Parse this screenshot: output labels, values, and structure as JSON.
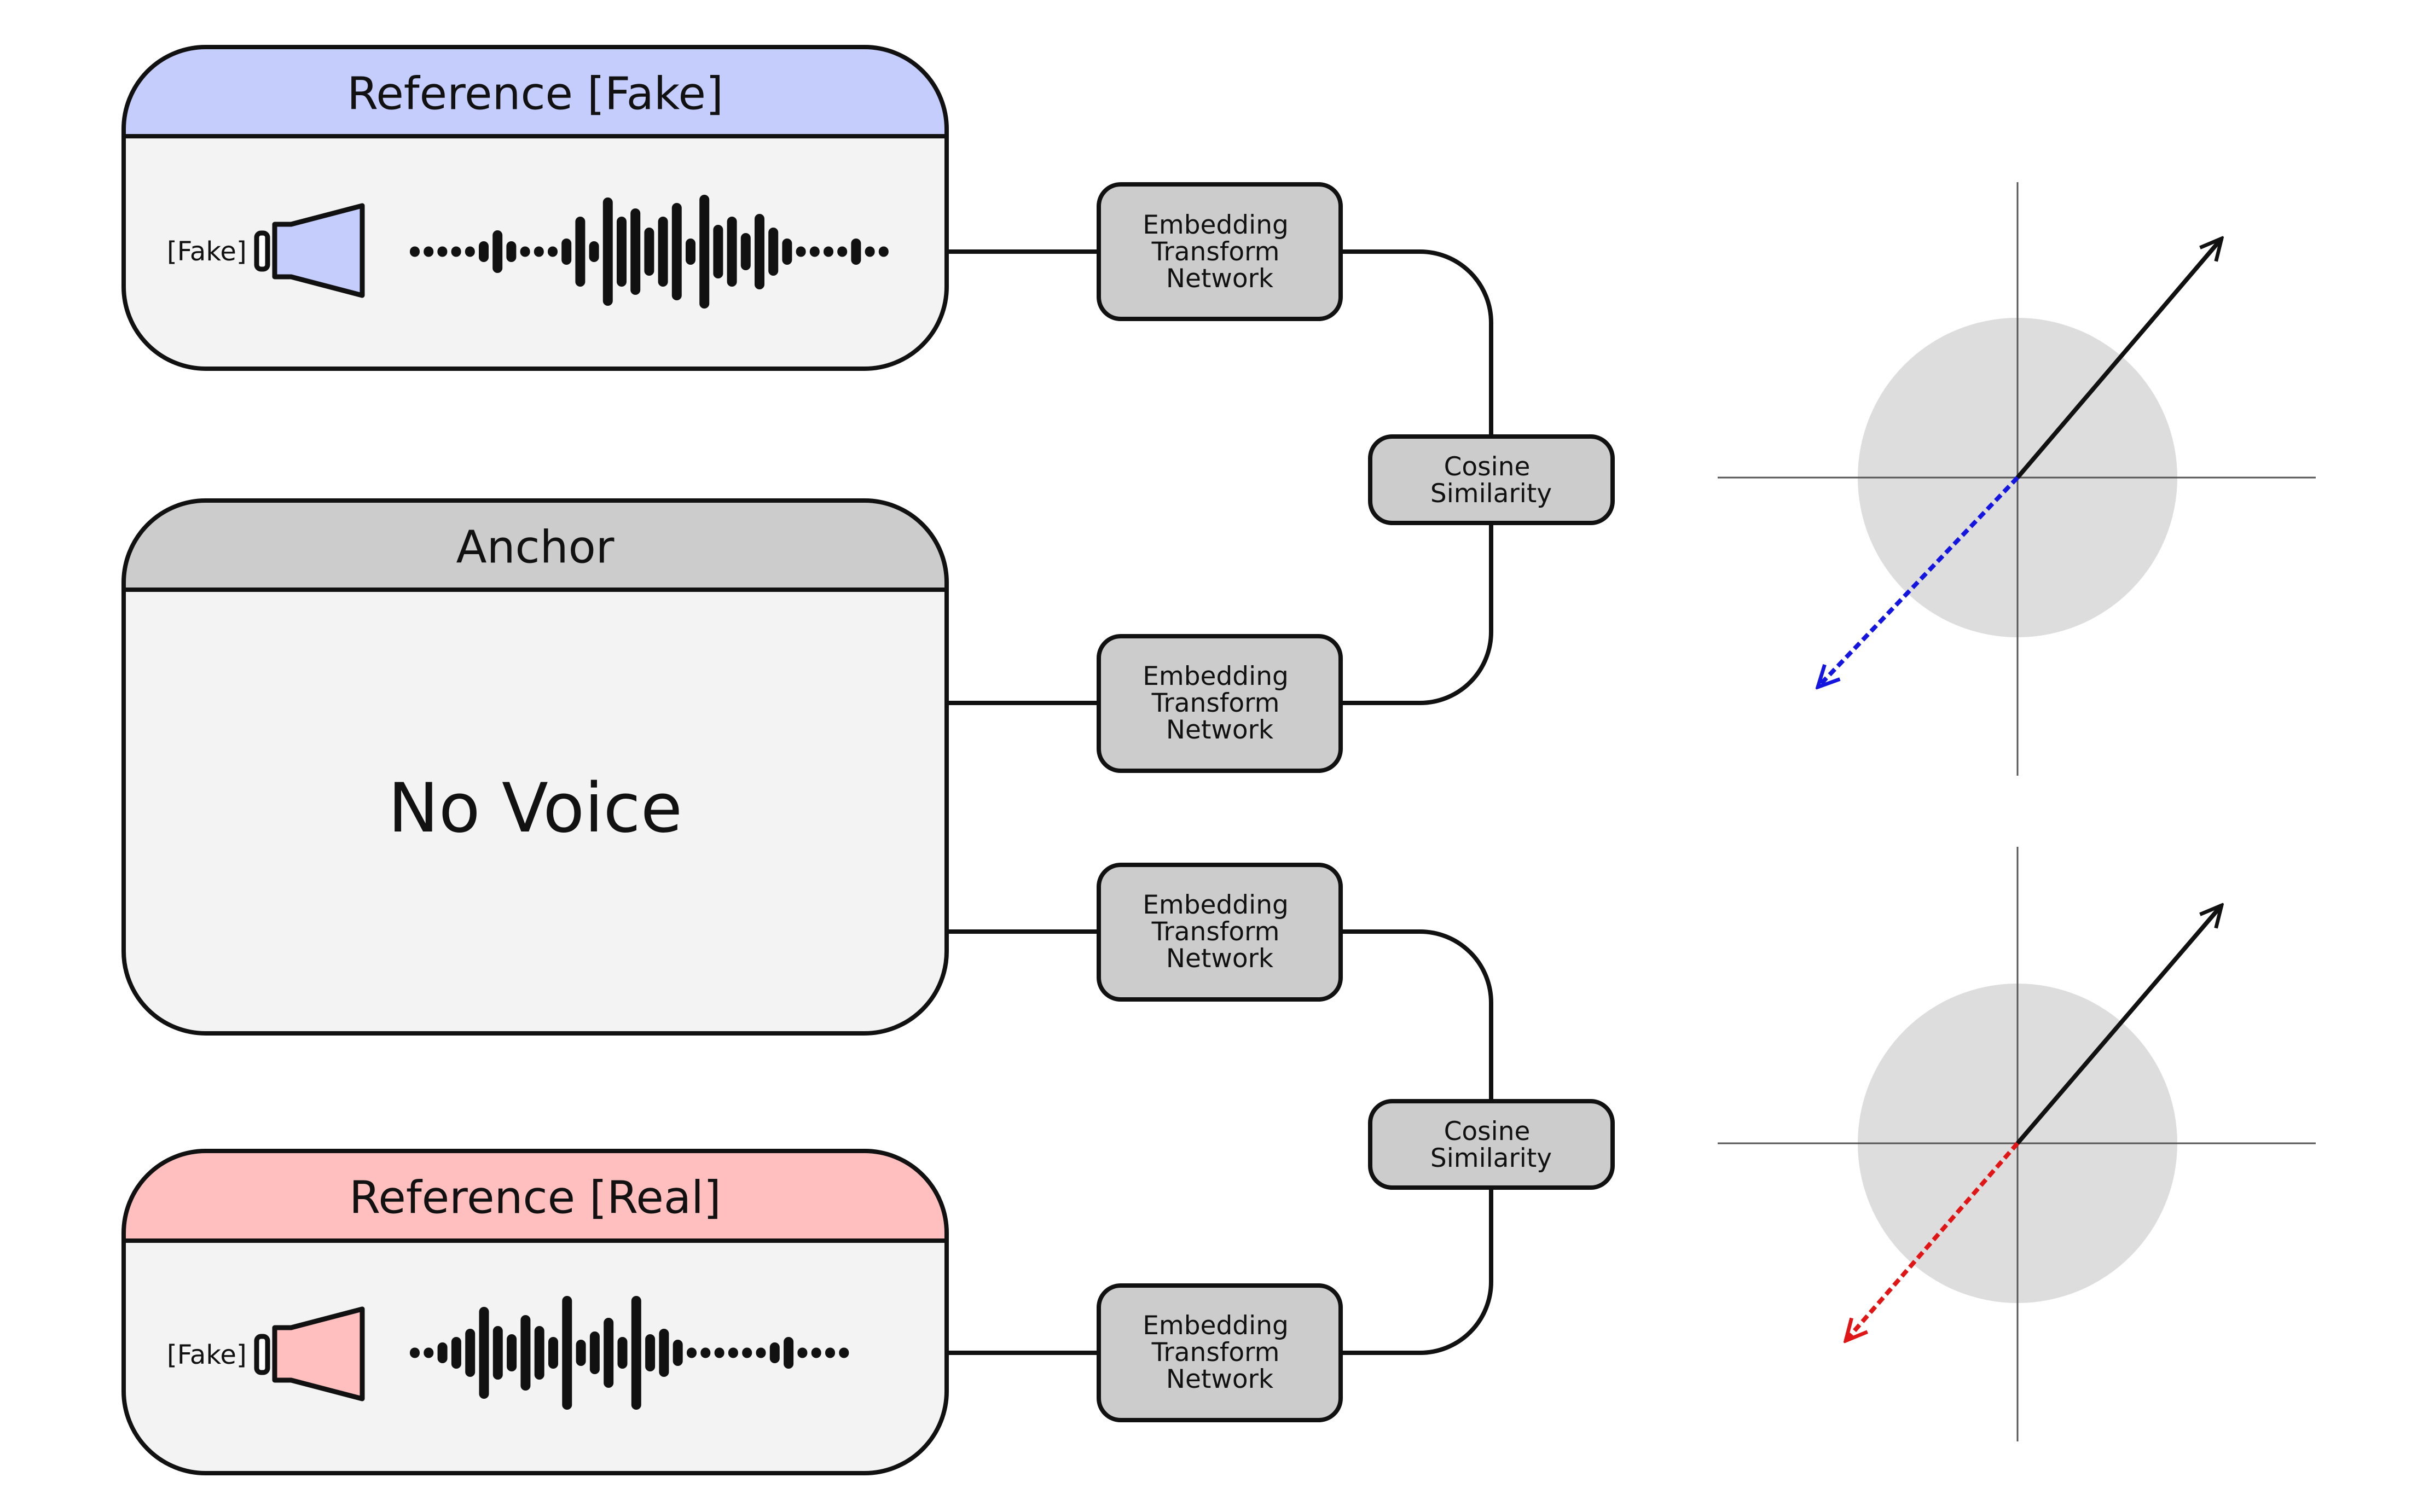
{
  "panels": {
    "ref_fake": {
      "title": "Reference [Fake]",
      "audio_label": "[Fake]",
      "color": "#c5cdfd"
    },
    "anchor": {
      "title": "Anchor",
      "content": "No Voice",
      "color": "#cccccc"
    },
    "ref_real": {
      "title": "Reference [Real]",
      "audio_label": "[Fake]",
      "color": "#ffbfbf"
    }
  },
  "nodes": {
    "embedding_1": {
      "lines": [
        "Embedding",
        "Transform",
        "Network"
      ]
    },
    "embedding_2": {
      "lines": [
        "Embedding",
        "Transform",
        "Network"
      ]
    },
    "embedding_3": {
      "lines": [
        "Embedding",
        "Transform",
        "Network"
      ]
    },
    "embedding_4": {
      "lines": [
        "Embedding",
        "Transform",
        "Network"
      ]
    },
    "cosine_1": {
      "lines": [
        "Cosine",
        "Similarity"
      ]
    },
    "cosine_2": {
      "lines": [
        "Cosine",
        "Similarity"
      ]
    }
  },
  "colors": {
    "card_body": "#f3f3f3",
    "node_fill": "#cccccc",
    "stroke": "#111111",
    "unit_circle": "#dddddd",
    "fake_vector": "#1515e0",
    "real_vector": "#e01515",
    "speaker_fake": "#c5cdfd",
    "speaker_real": "#ffbfbf"
  },
  "icons": {
    "speaker_fake": "speaker-icon",
    "speaker_real": "speaker-icon",
    "waveform": "waveform-icon"
  }
}
